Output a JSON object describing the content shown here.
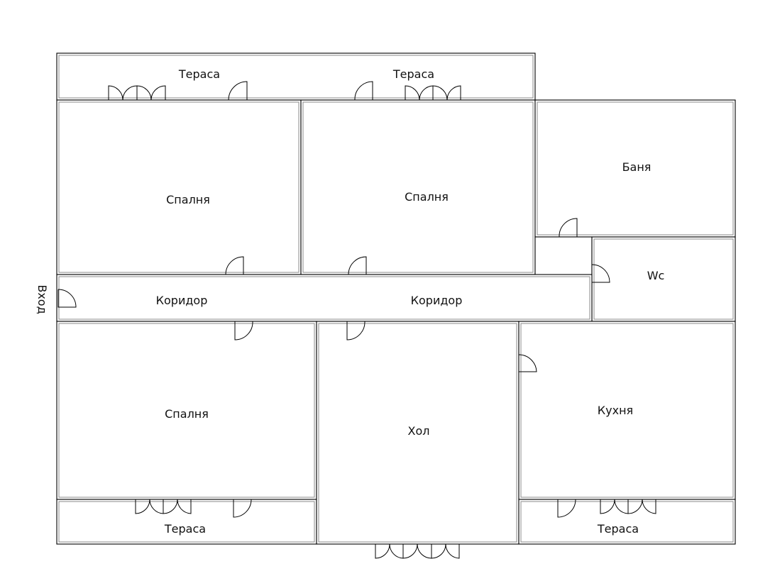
{
  "rooms": {
    "terrace_top_left": "Тераса",
    "terrace_top_right": "Тераса",
    "bedroom_top_left": "Спалня",
    "bedroom_top_right": "Спалня",
    "bathroom": "Баня",
    "wc": "Wc",
    "corridor_left": "Коридор",
    "corridor_right": "Коридор",
    "bedroom_bottom": "Спалня",
    "hall": "Хол",
    "kitchen": "Кухня",
    "terrace_bottom_left": "Тераса",
    "terrace_bottom_right": "Тераса"
  },
  "entrance_label": "Вход",
  "colors": {
    "wall": "#000000",
    "background": "#ffffff"
  }
}
